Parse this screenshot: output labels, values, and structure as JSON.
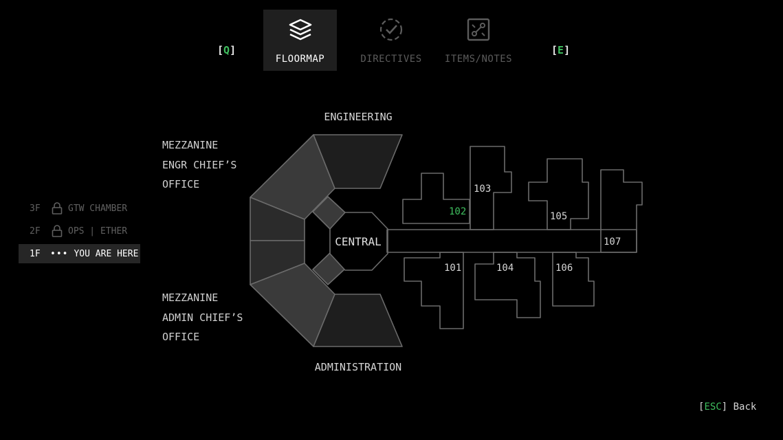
{
  "nav": {
    "prev_key": {
      "open": "[",
      "key": "Q",
      "close": "]"
    },
    "next_key": {
      "open": "[",
      "key": "E",
      "close": "]"
    },
    "tabs": [
      {
        "label": "FLOORMAP",
        "icon": "layers-icon",
        "active": true
      },
      {
        "label": "DIRECTIVES",
        "icon": "check-circle-icon",
        "active": false
      },
      {
        "label": "ITEMS/NOTES",
        "icon": "items-notes-icon",
        "active": false
      }
    ]
  },
  "floors": [
    {
      "level": "3F",
      "name": "GTW CHAMBER",
      "locked": true,
      "current": false
    },
    {
      "level": "2F",
      "name": "OPS | ETHER",
      "locked": true,
      "current": false
    },
    {
      "level": "1F",
      "dots": "•••",
      "name": "YOU ARE HERE",
      "locked": false,
      "current": true
    }
  ],
  "map": {
    "engineering": "ENGINEERING",
    "administration": "ADMINISTRATION",
    "central": "CENTRAL",
    "mezzanine_top": [
      "MEZZANINE",
      "ENGR CHIEF’S",
      "OFFICE"
    ],
    "mezzanine_bottom": [
      "MEZZANINE",
      "ADMIN CHIEF’S",
      "OFFICE"
    ],
    "rooms": {
      "r101": "101",
      "r102": "102",
      "r103": "103",
      "r104": "104",
      "r105": "105",
      "r106": "106",
      "r107": "107"
    },
    "highlight_room": "102",
    "colors": {
      "highlight": "#3fbf5f",
      "line": "#6b6b6b",
      "fill_light": "#3a3a3a",
      "fill_dark": "#1e1e1e",
      "fill_mid": "#2b2b2b"
    }
  },
  "footer": {
    "open": "[",
    "key": "ESC",
    "close": "]",
    "label": "Back"
  }
}
